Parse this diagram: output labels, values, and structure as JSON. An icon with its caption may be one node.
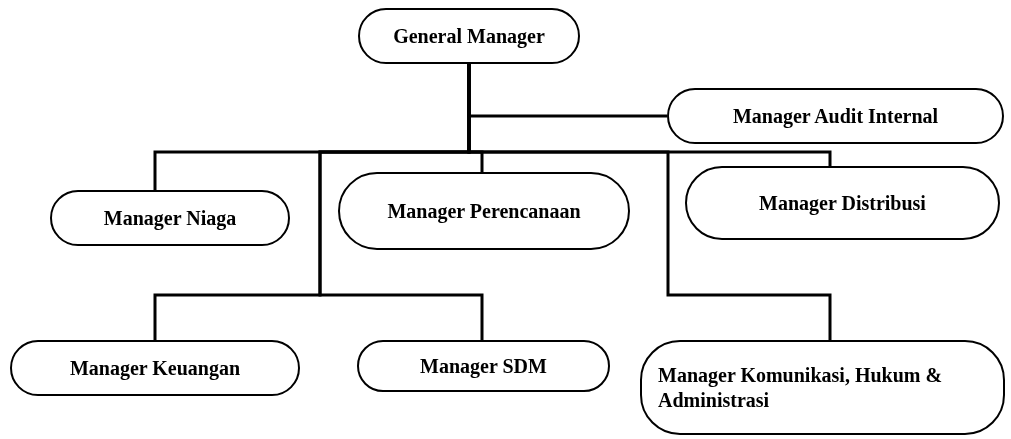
{
  "diagram": {
    "nodes": [
      {
        "text": [
          "General Manager"
        ]
      },
      {
        "text": [
          "Manager Audit Internal"
        ]
      },
      {
        "text": [
          "Manager Niaga"
        ]
      },
      {
        "text": [
          "Manager Perencanaan"
        ]
      },
      {
        "text": [
          "Manager Distribusi"
        ]
      },
      {
        "text": [
          "Manager Keuangan"
        ]
      },
      {
        "text": [
          "Manager SDM"
        ]
      },
      {
        "text": [
          "Manager Komunikasi, Hukum & Administrasi"
        ]
      }
    ],
    "edges": [
      {
        "from": 0,
        "to": 1,
        "arrow": "none"
      },
      {
        "from": 0,
        "to": 2,
        "arrow": "none"
      },
      {
        "from": 0,
        "to": 3,
        "arrow": "none"
      },
      {
        "from": 0,
        "to": 4,
        "arrow": "none"
      },
      {
        "from": 0,
        "to": 5,
        "arrow": "none"
      },
      {
        "from": 0,
        "to": 6,
        "arrow": "none"
      },
      {
        "from": 0,
        "to": 7,
        "arrow": "none"
      }
    ]
  }
}
